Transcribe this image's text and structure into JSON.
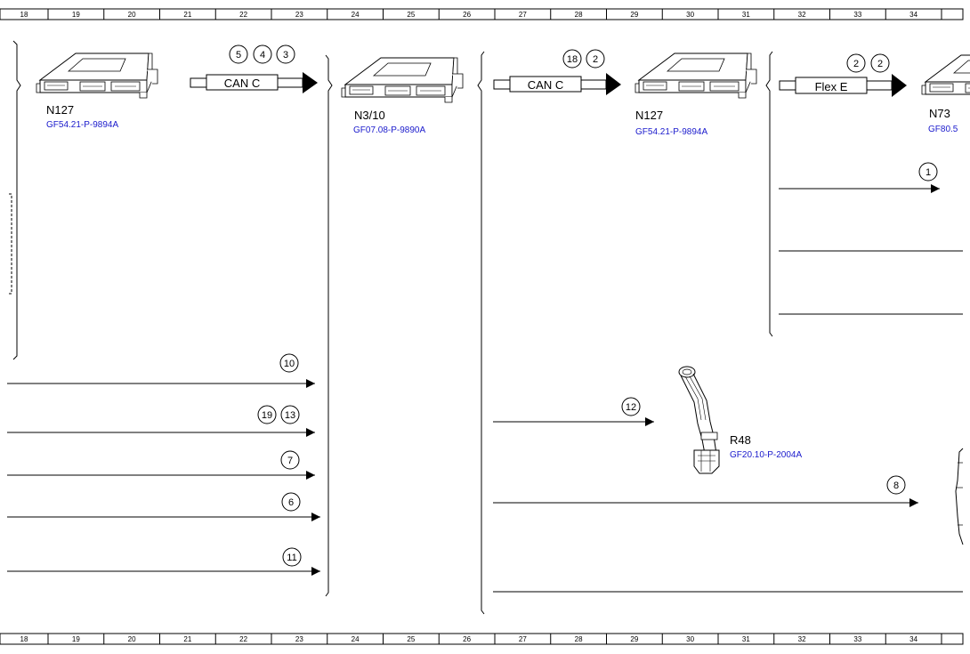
{
  "ruler": {
    "numbers": [
      "18",
      "19",
      "20",
      "21",
      "22",
      "23",
      "24",
      "25",
      "26",
      "27",
      "28",
      "29",
      "30",
      "31",
      "32",
      "33",
      "34"
    ]
  },
  "components": {
    "n127_left": {
      "name": "N127",
      "ref": "GF54.21-P-9894A"
    },
    "n3_10": {
      "name": "N3/10",
      "ref": "GF07.08-P-9890A"
    },
    "n127_right": {
      "name": "N127",
      "ref": "GF54.21-P-9894A"
    },
    "n73": {
      "name": "N73",
      "ref": "GF80.5"
    },
    "r48": {
      "name": "R48",
      "ref": "GF20.10-P-2004A"
    }
  },
  "buses": {
    "can_left": {
      "label": "CAN C",
      "circles": [
        "5",
        "4",
        "3"
      ]
    },
    "can_right": {
      "label": "CAN C",
      "circles": [
        "18",
        "2"
      ]
    },
    "flex": {
      "label": "Flex E",
      "circles": [
        "2",
        "2"
      ]
    }
  },
  "signals": {
    "left": [
      {
        "circles": [
          "10"
        ]
      },
      {
        "circles": [
          "19",
          "13"
        ]
      },
      {
        "circles": [
          "7"
        ]
      },
      {
        "circles": [
          "6"
        ]
      },
      {
        "circles": [
          "11"
        ]
      }
    ],
    "r48_in": {
      "circles": [
        "12"
      ]
    },
    "right_bottom": {
      "circles": [
        "8"
      ]
    },
    "n73_arrow": {
      "circles": [
        "1"
      ]
    }
  },
  "colors": {
    "ref_text": "#1a1acc",
    "lines": "#000000"
  }
}
